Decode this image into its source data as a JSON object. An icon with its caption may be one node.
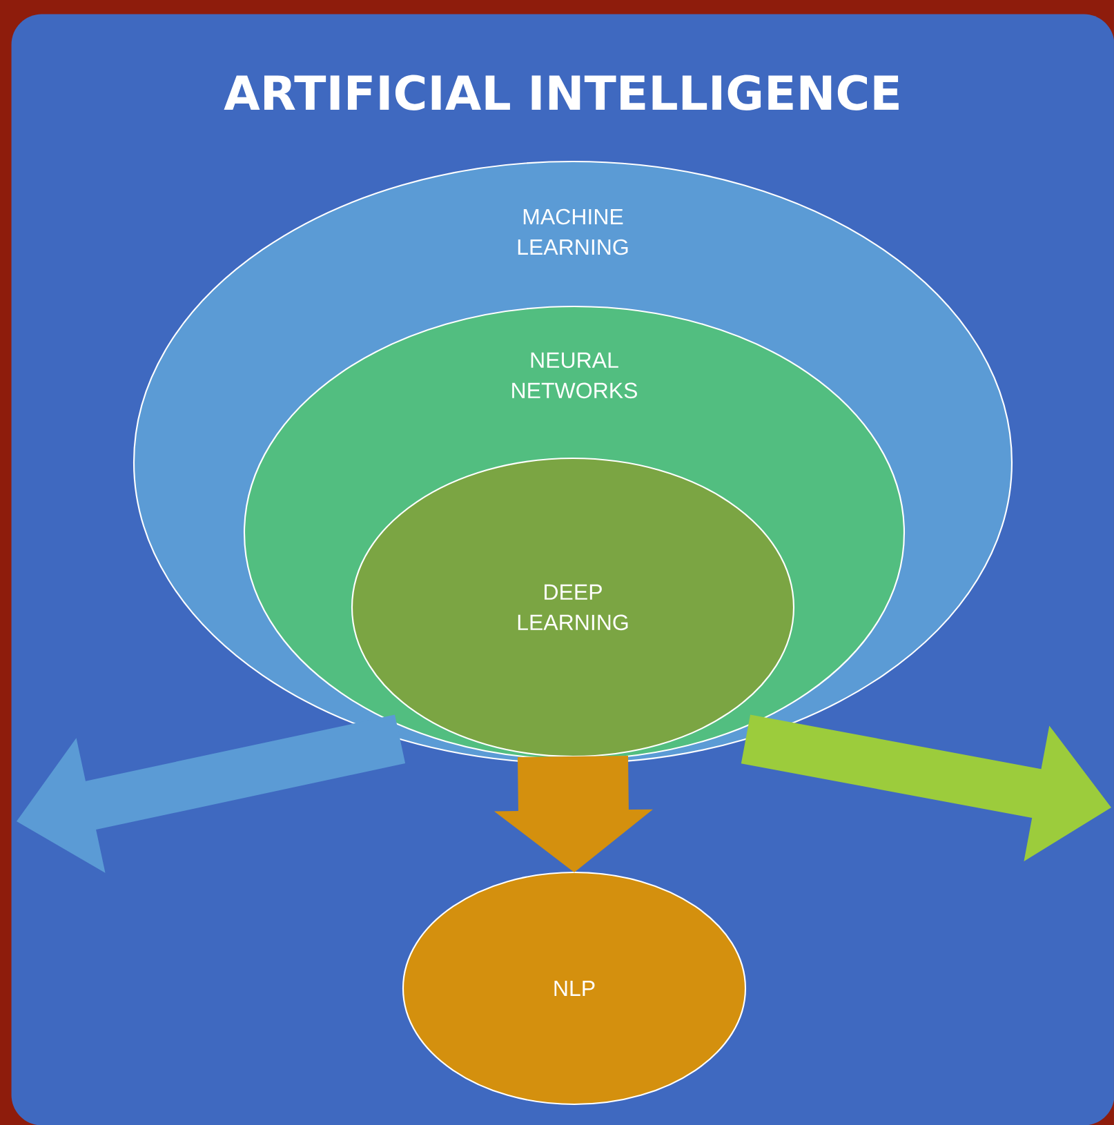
{
  "diagram": {
    "nodes": [
      {
        "text": [
          "ARTIFICIAL INTELLIGENCE"
        ]
      },
      {
        "text": [
          "MACHINE LEARNING"
        ],
        "in": 0
      },
      {
        "text": [
          "NEURAL NETWORKS"
        ],
        "in": 1
      },
      {
        "text": [
          "DEEP LEARNING"
        ],
        "in": 2
      },
      {
        "text": [
          "NLP"
        ],
        "in": 0
      }
    ],
    "edges": [
      {
        "from": 1,
        "to": null,
        "arrow": "to",
        "color": "#5b9bd5"
      },
      {
        "from": 3,
        "to": 4,
        "arrow": "to",
        "color": "#d4900e"
      },
      {
        "from": 1,
        "to": null,
        "arrow": "to",
        "color": "#9ccc3c"
      }
    ]
  }
}
